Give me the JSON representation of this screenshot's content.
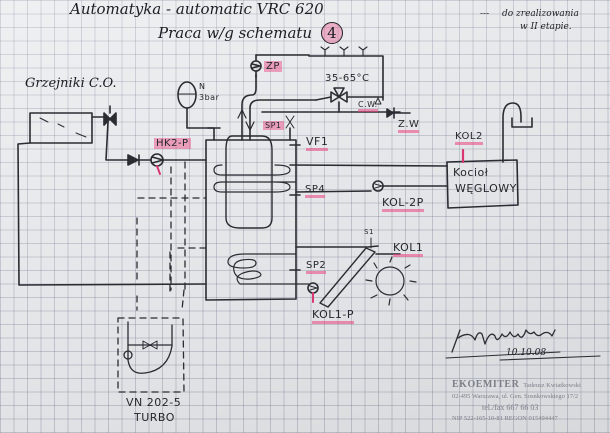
{
  "header": {
    "title_line1": "Automatyka - automatic VRC 620",
    "title_line2": "Praca w/g schematu",
    "schema_number": "4"
  },
  "legend": {
    "dashed_symbol": "---",
    "text_line1": "do zrealizowania",
    "text_line2": "w II etapie."
  },
  "labels": {
    "radiators": "Grzejniki C.O.",
    "expansion_vessel_n": "N",
    "expansion_vessel_pressure": "3bar",
    "circulation_pump": "ZP",
    "mixing_temp": "35-65°C",
    "hot_water": "C.W.",
    "cold_water": "Z.W",
    "heating_pump": "HK2-P",
    "sensor_sp1": "SP1",
    "flow_sensor": "VF1",
    "tank_sensor_upper": "SP4",
    "tank_sensor_lower": "SP2",
    "boiler2_pump": "KOL-2P",
    "boiler2": "KOL2",
    "coal_boiler_line1": "Kocioł",
    "coal_boiler_line2": "WĘGLOWY",
    "solar_collector": "KOL1",
    "solar_collector_sensor": "S1",
    "solar_pump": "KOL1-P",
    "gas_boiler_line1": "VN 202-5",
    "gas_boiler_line2": "TURBO"
  },
  "signature": {
    "date": "10.10.08"
  },
  "stamp": {
    "company": "EKOEMITER",
    "subtitle": "Tadeusz Kwiatkowski",
    "address": "02-495 Warszawa, ul. Gen. Sosnkowskiego 17/2",
    "phone": "tel./fax 667 66 03",
    "ids": "NIP 522-165-10-81  REGON 015494447"
  },
  "colors": {
    "ink": "#1d1f24",
    "highlight": "#ec407a",
    "paper": "#e9ebee",
    "grid": "#8a93a6"
  }
}
